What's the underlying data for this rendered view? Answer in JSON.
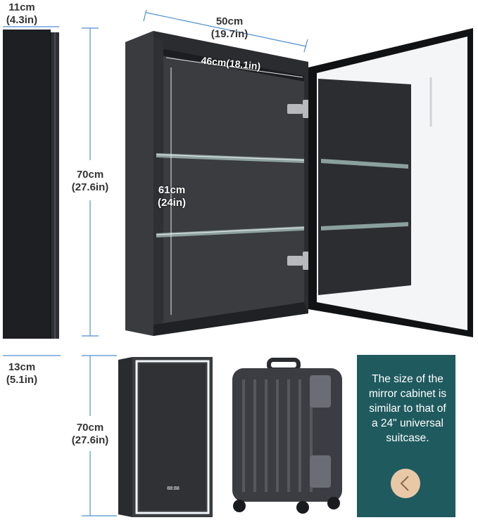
{
  "side_view": {
    "depth_top_cm": "11cm",
    "depth_top_in": "(4.3in)",
    "depth_bottom_cm": "13cm",
    "depth_bottom_in": "(5.1in)"
  },
  "open_cabinet": {
    "height_cm": "70cm",
    "height_in": "(27.6in)",
    "width_cm": "50cm",
    "width_in": "(19.7in)",
    "inner_width": "46cm(18.1in)",
    "inner_height_cm": "61cm",
    "inner_height_in": "(24in)"
  },
  "comparison": {
    "height_cm": "70cm",
    "height_in": "(27.6in)",
    "display_readout": "88:88",
    "panel_lines": [
      "The size of the",
      "mirror cabinet is",
      "similar to that of",
      "a 24\" universal",
      "suitcase."
    ]
  },
  "colors": {
    "cabinet": "#2a2a2a",
    "dim_line": "#4f8fd0",
    "panel": "#1f5a5f",
    "arrow_button": "#e9c8a8"
  },
  "icons": {
    "back": "chevron-left-icon"
  }
}
